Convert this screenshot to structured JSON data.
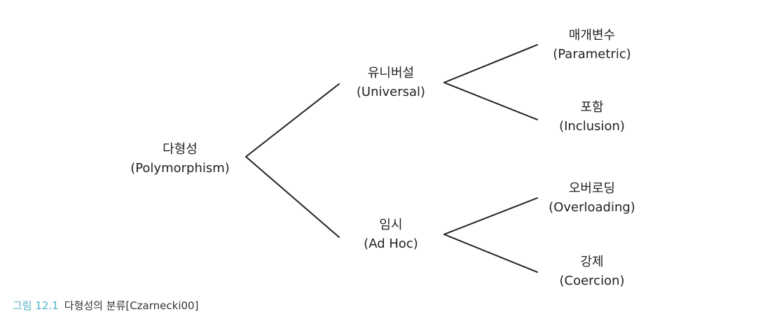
{
  "diagram": {
    "root": {
      "ko": "다형성",
      "en": "(Polymorphism)"
    },
    "universal": {
      "ko": "유니버설",
      "en": "(Universal)"
    },
    "adhoc": {
      "ko": "임시",
      "en": "(Ad Hoc)"
    },
    "parametric": {
      "ko": "매개변수",
      "en": "(Parametric)"
    },
    "inclusion": {
      "ko": "포함",
      "en": "(Inclusion)"
    },
    "overloading": {
      "ko": "오버로딩",
      "en": "(Overloading)"
    },
    "coercion": {
      "ko": "강제",
      "en": "(Coercion)"
    }
  },
  "caption": {
    "label": "그림 12.1",
    "text": "다형성의 분류[Czarnecki00]"
  },
  "colors": {
    "caption_label": "#4fb3c4",
    "line": "#222222"
  }
}
